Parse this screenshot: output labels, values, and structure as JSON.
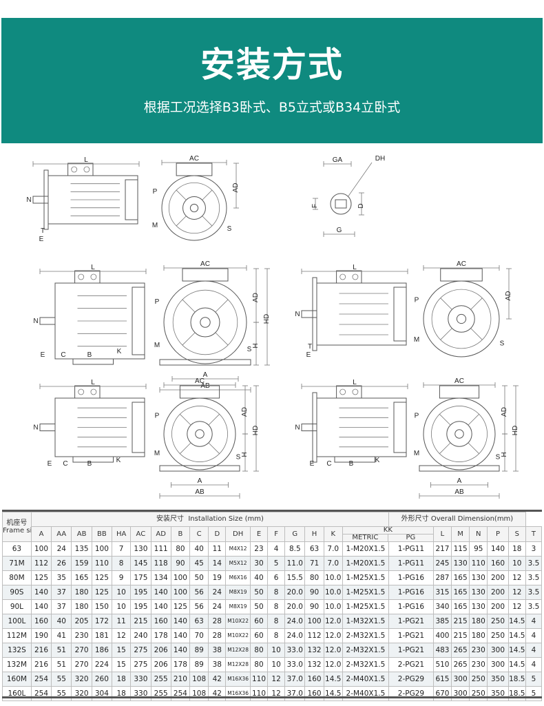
{
  "header": {
    "title": "安装方式",
    "subtitle": "根据工况选择B3卧式、B5立式或B34立卧式"
  },
  "drawing_labels": {
    "L": "L",
    "AC": "AC",
    "AD": "AD",
    "HD": "HD",
    "H": "H",
    "A": "A",
    "AB": "AB",
    "N": "N",
    "E": "E",
    "T": "T",
    "C": "C",
    "B": "B",
    "K": "K",
    "P": "P",
    "M": "M",
    "S": "S",
    "GA": "GA",
    "DH": "DH",
    "F": "F",
    "D": "D",
    "G": "G"
  },
  "table": {
    "frame_header_cn": "机座号",
    "frame_header_en": "Frame size",
    "install_header": "安装尺寸",
    "install_header_en": "Installation Size (mm)",
    "overall_header": "外形尺寸",
    "overall_header_en": "Overall Dimension(mm)",
    "kk_header": "KK",
    "kk_metric": "METRIC",
    "kk_pg": "PG",
    "columns_install": [
      "A",
      "AA",
      "AB",
      "BB",
      "HA",
      "AC",
      "AD",
      "B",
      "C",
      "D",
      "DH",
      "E",
      "F",
      "G",
      "H",
      "K"
    ],
    "columns_overall": [
      "L",
      "M",
      "N",
      "P",
      "S",
      "T"
    ],
    "rows": [
      [
        "63",
        "100",
        "24",
        "135",
        "100",
        "7",
        "130",
        "111",
        "80",
        "40",
        "11",
        "M4X12",
        "23",
        "4",
        "8.5",
        "63",
        "7.0",
        "1-M20X1.5",
        "1-PG11",
        "217",
        "115",
        "95",
        "140",
        "18",
        "3"
      ],
      [
        "71M",
        "112",
        "26",
        "159",
        "110",
        "8",
        "145",
        "118",
        "90",
        "45",
        "14",
        "M5X12",
        "30",
        "5",
        "11.0",
        "71",
        "7.0",
        "1-M20X1.5",
        "1-PG11",
        "245",
        "130",
        "110",
        "160",
        "10",
        "3.5"
      ],
      [
        "80M",
        "125",
        "35",
        "165",
        "125",
        "9",
        "175",
        "134",
        "100",
        "50",
        "19",
        "M6X16",
        "40",
        "6",
        "15.5",
        "80",
        "10.0",
        "1-M25X1.5",
        "1-PG16",
        "287",
        "165",
        "130",
        "200",
        "12",
        "3.5"
      ],
      [
        "90S",
        "140",
        "37",
        "180",
        "125",
        "10",
        "195",
        "140",
        "100",
        "56",
        "24",
        "M8X19",
        "50",
        "8",
        "20.0",
        "90",
        "10.0",
        "1-M25X1.5",
        "1-PG16",
        "315",
        "165",
        "130",
        "200",
        "12",
        "3.5"
      ],
      [
        "90L",
        "140",
        "37",
        "180",
        "150",
        "10",
        "195",
        "140",
        "125",
        "56",
        "24",
        "M8X19",
        "50",
        "8",
        "20.0",
        "90",
        "10.0",
        "1-M25X1.5",
        "1-PG16",
        "340",
        "165",
        "130",
        "200",
        "12",
        "3.5"
      ],
      [
        "100L",
        "160",
        "40",
        "205",
        "172",
        "11",
        "215",
        "160",
        "140",
        "63",
        "28",
        "M10X22",
        "60",
        "8",
        "24.0",
        "100",
        "12.0",
        "1-M32X1.5",
        "1-PG21",
        "385",
        "215",
        "180",
        "250",
        "14.5",
        "4"
      ],
      [
        "112M",
        "190",
        "41",
        "230",
        "181",
        "12",
        "240",
        "178",
        "140",
        "70",
        "28",
        "M10X22",
        "60",
        "8",
        "24.0",
        "112",
        "12.0",
        "2-M32X1.5",
        "1-PG21",
        "400",
        "215",
        "180",
        "250",
        "14.5",
        "4"
      ],
      [
        "132S",
        "216",
        "51",
        "270",
        "186",
        "15",
        "275",
        "206",
        "140",
        "89",
        "38",
        "M12X28",
        "80",
        "10",
        "33.0",
        "132",
        "12.0",
        "2-M32X1.5",
        "1-PG21",
        "483",
        "265",
        "230",
        "300",
        "14.5",
        "4"
      ],
      [
        "132M",
        "216",
        "51",
        "270",
        "224",
        "15",
        "275",
        "206",
        "178",
        "89",
        "38",
        "M12X28",
        "80",
        "10",
        "33.0",
        "132",
        "12.0",
        "2-M32X1.5",
        "2-PG21",
        "510",
        "265",
        "230",
        "300",
        "14.5",
        "4"
      ],
      [
        "160M",
        "254",
        "55",
        "320",
        "260",
        "18",
        "330",
        "255",
        "210",
        "108",
        "42",
        "M16X36",
        "110",
        "12",
        "37.0",
        "160",
        "14.5",
        "2-M40X1.5",
        "2-PG29",
        "615",
        "300",
        "250",
        "350",
        "18.5",
        "5"
      ],
      [
        "160L",
        "254",
        "55",
        "320",
        "304",
        "18",
        "330",
        "255",
        "254",
        "108",
        "42",
        "M16X36",
        "110",
        "12",
        "37.0",
        "160",
        "14.5",
        "2-M40X1.5",
        "2-PG29",
        "670",
        "300",
        "250",
        "350",
        "18.5",
        "5"
      ]
    ]
  }
}
